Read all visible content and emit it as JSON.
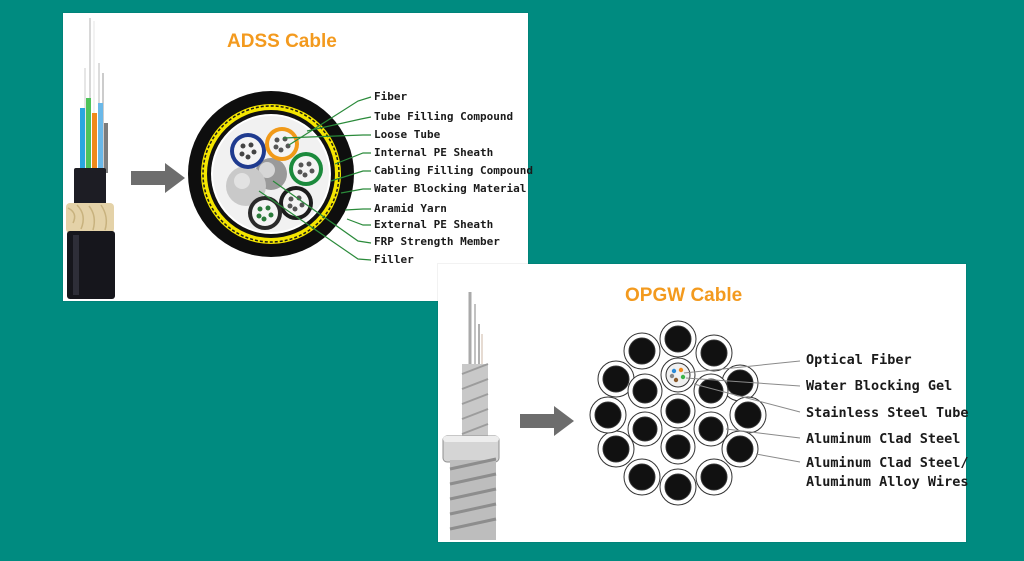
{
  "adss": {
    "title": "ADSS Cable",
    "labels": [
      "Fiber",
      "Tube Filling Compound",
      "Loose Tube",
      "Internal PE Sheath",
      "Cabling Filling Compound",
      "Water Blocking Material",
      "Aramid Yarn",
      "External PE Sheath",
      "FRP Strength Member",
      "Filler"
    ]
  },
  "opgw": {
    "title": "OPGW Cable",
    "labels": [
      "Optical Fiber",
      "Water Blocking Gel",
      "Stainless Steel Tube",
      "Aluminum Clad Steel",
      "Aluminum Clad Steel/",
      "Aluminum Alloy Wires"
    ]
  },
  "colors": {
    "background": "#008b80",
    "title": "#f39a1e",
    "arrow": "#6d6d6d",
    "yellow_layer": "#f5e600"
  }
}
